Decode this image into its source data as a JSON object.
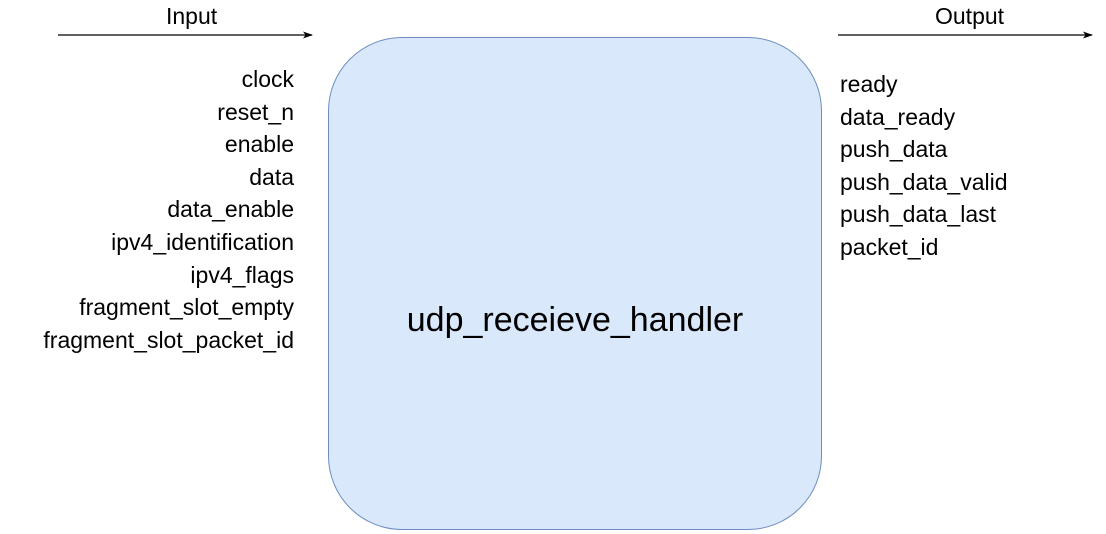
{
  "diagram": {
    "input_heading": "Input",
    "output_heading": "Output",
    "block_name": "udp_receieve_handler",
    "inputs": [
      "clock",
      "reset_n",
      "enable",
      "data",
      "data_enable",
      "ipv4_identification",
      "ipv4_flags",
      "fragment_slot_empty",
      "fragment_slot_packet_id"
    ],
    "outputs": [
      "ready",
      "data_ready",
      "push_data",
      "push_data_valid",
      "push_data_last",
      "packet_id"
    ],
    "colors": {
      "block_fill": "#dae8fc",
      "block_stroke": "#6c8ebf",
      "text": "#000000",
      "arrow": "#000000"
    }
  }
}
